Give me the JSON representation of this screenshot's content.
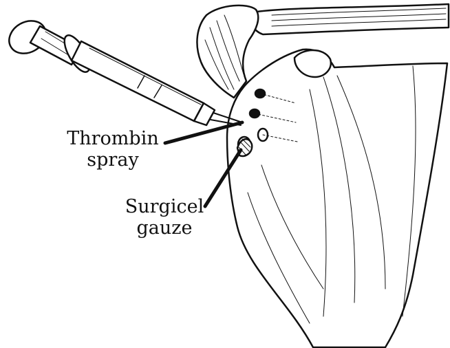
{
  "labels": {
    "thrombin": {
      "line1": "Thrombin",
      "line2": "spray"
    },
    "surgicel": {
      "line1": "Surgicel",
      "line2": "gauze"
    }
  },
  "colors": {
    "ink": "#111111",
    "paper": "#ffffff"
  },
  "icons": [
    "syringe-icon",
    "bone-icon"
  ]
}
